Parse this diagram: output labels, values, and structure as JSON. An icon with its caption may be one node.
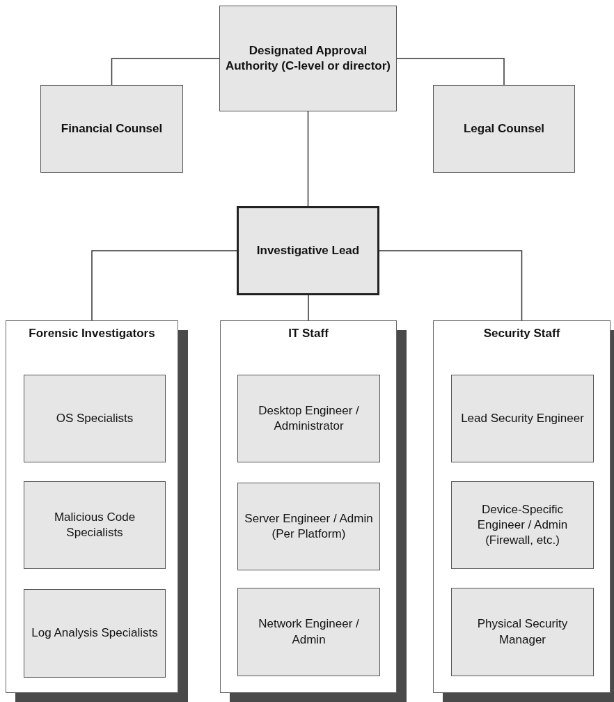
{
  "diagram": {
    "nodes": [
      {
        "text": [
          "Designated Approval Authority (C-level or director)"
        ]
      },
      {
        "text": [
          "Financial Counsel"
        ]
      },
      {
        "text": [
          "Legal Counsel"
        ]
      },
      {
        "text": [
          "Investigative Lead"
        ]
      },
      {
        "text": [
          "Forensic Investigators"
        ]
      },
      {
        "text": [
          "OS Specialists"
        ],
        "in": 4
      },
      {
        "text": [
          "Malicious Code Specialists"
        ],
        "in": 4
      },
      {
        "text": [
          "Log Analysis Specialists"
        ],
        "in": 4
      },
      {
        "text": [
          "IT Staff"
        ]
      },
      {
        "text": [
          "Desktop Engineer / Administrator"
        ],
        "in": 8
      },
      {
        "text": [
          "Server Engineer / Admin (Per Platform)"
        ],
        "in": 8
      },
      {
        "text": [
          "Network Engineer / Admin"
        ],
        "in": 8
      },
      {
        "text": [
          "Security Staff"
        ]
      },
      {
        "text": [
          "Lead Security Engineer"
        ],
        "in": 12
      },
      {
        "text": [
          "Device-Specific Engineer / Admin (Firewall, etc.)"
        ],
        "in": 12
      },
      {
        "text": [
          "Physical Security Manager"
        ],
        "in": 12
      }
    ],
    "edges": [
      {
        "from": 0,
        "to": 1,
        "arrow": "none"
      },
      {
        "from": 0,
        "to": 2,
        "arrow": "none"
      },
      {
        "from": 0,
        "to": 3,
        "arrow": "none"
      },
      {
        "from": 3,
        "to": 4,
        "arrow": "none"
      },
      {
        "from": 3,
        "to": 8,
        "arrow": "none"
      },
      {
        "from": 3,
        "to": 12,
        "arrow": "none"
      }
    ]
  }
}
